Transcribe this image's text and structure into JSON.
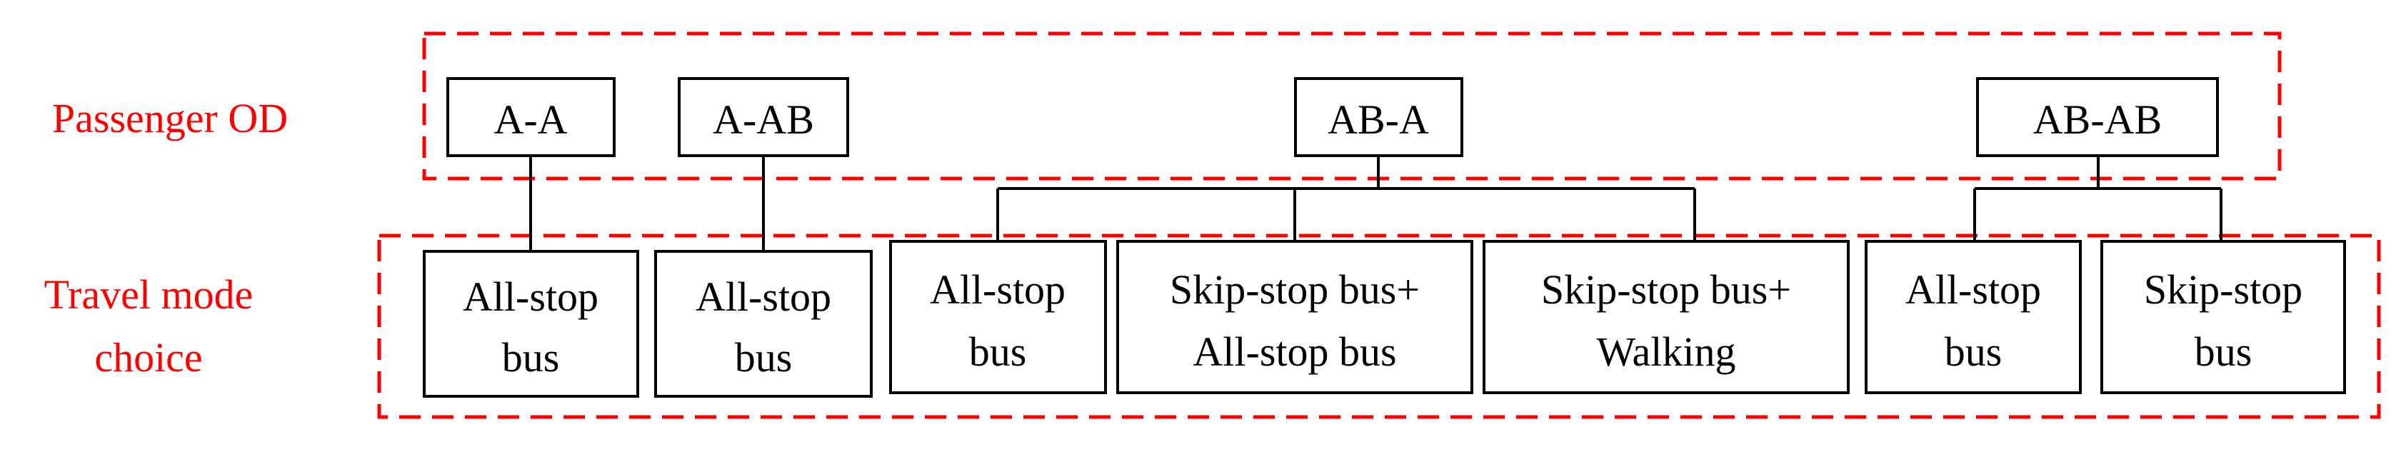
{
  "colors": {
    "accent": "#ff0000",
    "stroke": "#000000",
    "text": "#000000",
    "background": "#ffffff"
  },
  "labels": {
    "passenger_od": "Passenger OD",
    "travel_mode_line1": "Travel mode",
    "travel_mode_line2": "choice"
  },
  "od_nodes": [
    {
      "id": "A-A",
      "label": "A-A"
    },
    {
      "id": "A-AB",
      "label": "A-AB"
    },
    {
      "id": "AB-A",
      "label": "AB-A"
    },
    {
      "id": "AB-AB",
      "label": "AB-AB"
    }
  ],
  "mode_nodes": [
    {
      "parent": "A-A",
      "line1": "All-stop",
      "line2": "bus"
    },
    {
      "parent": "A-AB",
      "line1": "All-stop",
      "line2": "bus"
    },
    {
      "parent": "AB-A",
      "line1": "All-stop",
      "line2": "bus"
    },
    {
      "parent": "AB-A",
      "line1": "Skip-stop bus+",
      "line2": "All-stop bus"
    },
    {
      "parent": "AB-A",
      "line1": "Skip-stop bus+",
      "line2": "Walking"
    },
    {
      "parent": "AB-AB",
      "line1": "All-stop",
      "line2": "bus"
    },
    {
      "parent": "AB-AB",
      "line1": "Skip-stop",
      "line2": "bus"
    }
  ]
}
